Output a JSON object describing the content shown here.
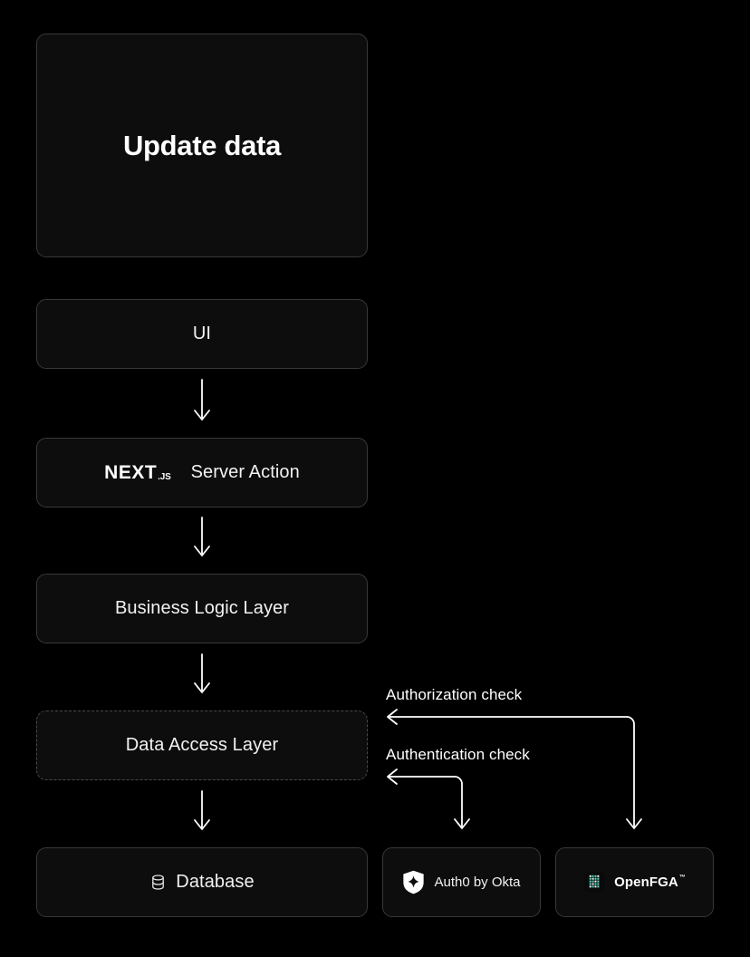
{
  "diagram": {
    "title_card": {
      "label": "Update data"
    },
    "background_color": "#000000",
    "card_fill_color": "#0d0d0d",
    "card_border_color": "#383838",
    "accent_color": "#ffffff",
    "openfga_mark_color": "#5ae0c8"
  },
  "flow": {
    "nodes": [
      {
        "id": "ui",
        "label": "UI",
        "border": "solid"
      },
      {
        "id": "next",
        "label": "Server Action",
        "border": "solid",
        "logo": "nextjs-logo"
      },
      {
        "id": "business",
        "label": "Business Logic Layer",
        "border": "solid"
      },
      {
        "id": "dal",
        "label": "Data Access Layer",
        "border": "dashed"
      },
      {
        "id": "database",
        "label": "Database",
        "border": "solid",
        "icon": "database-icon"
      }
    ]
  },
  "nextjs": {
    "wordmark_main": "NEXT",
    "wordmark_sub": ".JS"
  },
  "services": [
    {
      "id": "auth0",
      "label": "Auth0 by Okta",
      "icon": "auth0-shield-icon",
      "connector_label": "Authentication check"
    },
    {
      "id": "openfga",
      "label": "OpenFGA",
      "trademark": "™",
      "icon": "openfga-mark-icon",
      "connector_label": "Authorization check"
    }
  ],
  "connectors": {
    "authorization_check": "Authorization check",
    "authentication_check": "Authentication check"
  }
}
